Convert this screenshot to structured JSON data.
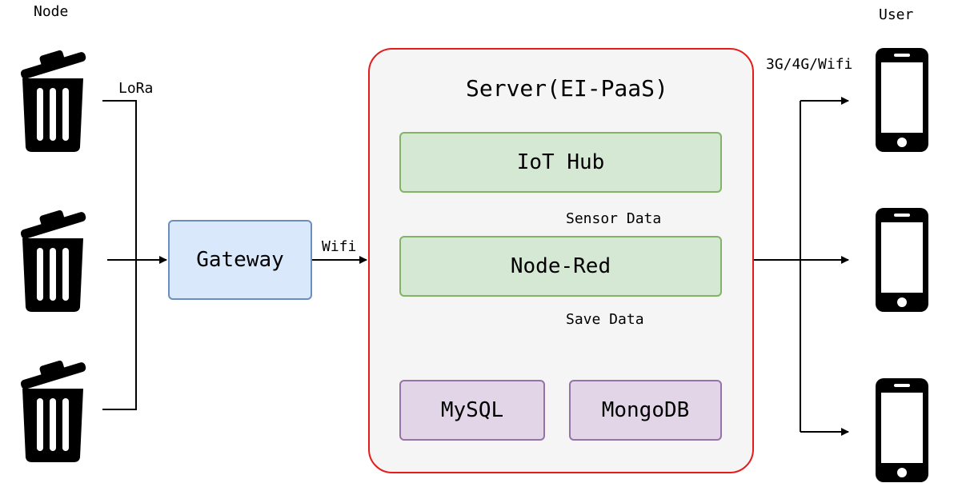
{
  "labels": {
    "node": "Node",
    "user": "User",
    "lora": "LoRa",
    "wifi": "Wifi",
    "mobile": "3G/4G/Wifi",
    "server_title": "Server(EI-PaaS)",
    "sensor_data": "Sensor Data",
    "save_data": "Save Data"
  },
  "boxes": {
    "gateway": "Gateway",
    "iot_hub": "IoT Hub",
    "node_red": "Node-Red",
    "mysql": "MySQL",
    "mongodb": "MongoDB"
  },
  "icons": {
    "nodes": [
      "trash-bin-icon",
      "trash-bin-icon",
      "trash-bin-icon"
    ],
    "users": [
      "smartphone-icon",
      "smartphone-icon",
      "smartphone-icon"
    ]
  },
  "colors": {
    "server_border": "#e51c1c",
    "green_fill": "#d5e8d4",
    "purple_fill": "#e1d5e7",
    "blue_fill": "#dae8fc"
  }
}
